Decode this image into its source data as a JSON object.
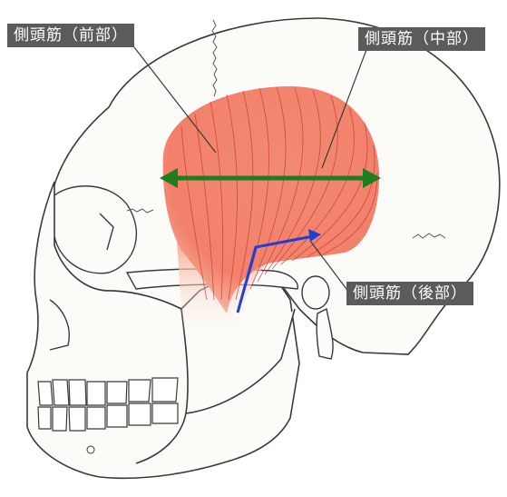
{
  "labels": {
    "anterior": "側頭筋（前部）",
    "middle": "側頭筋（中部）",
    "posterior": "側頭筋（後部）"
  },
  "colors": {
    "muscle_fill": "#f2806a",
    "muscle_fiber": "#c83a32",
    "horizontal_arrow": "#1e7d1e",
    "posterior_arrow": "#1f3fd6",
    "label_background": "#5b5b5b",
    "bone_line": "#3a3a3a"
  },
  "icons": {
    "horizontal_arrow": "double-headed-arrow",
    "posterior_arrow": "bent-arrow-up-right"
  }
}
